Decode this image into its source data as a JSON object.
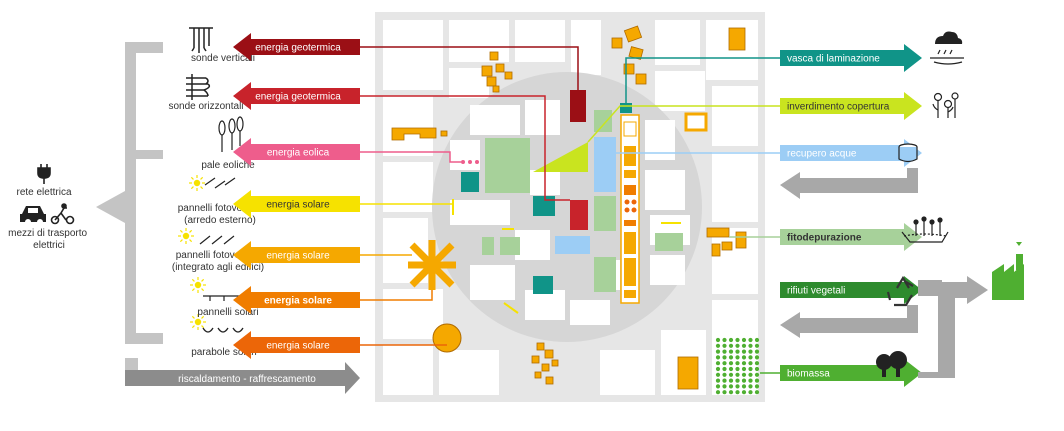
{
  "colors": {
    "geo_dark": "#9b0f15",
    "geo_red": "#c8232b",
    "eolica": "#ee5d8c",
    "solare_yellow": "#f6e200",
    "solare_gold": "#f5a800",
    "solare_orange": "#f07d00",
    "solare_deep": "#ec6608",
    "teal": "#109488",
    "lime": "#c9e41f",
    "light_blue": "#9ccdf5",
    "grey": "#a8a8a8",
    "light_green": "#a7d19a",
    "dark_green": "#2e8b2e",
    "green": "#4faf31",
    "map_bg": "#e6e6e6"
  },
  "left_sources": [
    {
      "label": "sonde verticali",
      "icon": "vertical-probes-icon"
    },
    {
      "label": "sonde orizzontali",
      "icon": "horizontal-probes-icon"
    },
    {
      "label": "pale eoliche",
      "icon": "wind-turbines-icon"
    },
    {
      "label": "pannelli fotovoltaici\n(arredo esterno)",
      "icon": "sun-panels-icon"
    },
    {
      "label": "pannelli fotovoltaici\n(integrato agli edifici)",
      "icon": "sun-panels-icon"
    },
    {
      "label": "pannelli solari",
      "icon": "sun-solar-panel-icon"
    },
    {
      "label": "parabole solari",
      "icon": "sun-dish-icon"
    }
  ],
  "left_arrows": [
    {
      "label": "energia geotermica",
      "color": "#9b0f15",
      "bold": false
    },
    {
      "label": "energia geotermica",
      "color": "#c8232b",
      "bold": false
    },
    {
      "label": "energia eolica",
      "color": "#ee5d8c",
      "bold": false
    },
    {
      "label": "energia solare",
      "color": "#f6e200",
      "bold": false
    },
    {
      "label": "energia solare",
      "color": "#f5a800",
      "bold": false
    },
    {
      "label": "energia solare",
      "color": "#f07d00",
      "bold": true
    },
    {
      "label": "energia solare",
      "color": "#ec6608",
      "bold": false
    }
  ],
  "outputs": {
    "rete_elettrica": "rete elettrica",
    "mezzi_trasporto": "mezzi di trasporto\nelettrici",
    "riscaldamento": "riscaldamento - raffrescamento"
  },
  "right_arrows": [
    {
      "label": "vasca di laminazione",
      "color": "#109488",
      "icon": "rain-basin-icon"
    },
    {
      "label": "inverdimento copertura",
      "color": "#c9e41f",
      "icon": "flowers-icon"
    },
    {
      "label": "recupero acque",
      "color": "#9ccdf5",
      "icon": "water-tank-icon"
    },
    {
      "label": "fitodepurazione",
      "color": "#a7d19a",
      "icon": "phyto-plants-icon",
      "bold": true
    },
    {
      "label": "rifiuti vegetali",
      "color": "#2e8b2e",
      "icon": "recycle-icon"
    },
    {
      "label": "biomassa",
      "color": "#4faf31",
      "icon": "trees-icon"
    }
  ],
  "factory_icon": "factory-icon"
}
